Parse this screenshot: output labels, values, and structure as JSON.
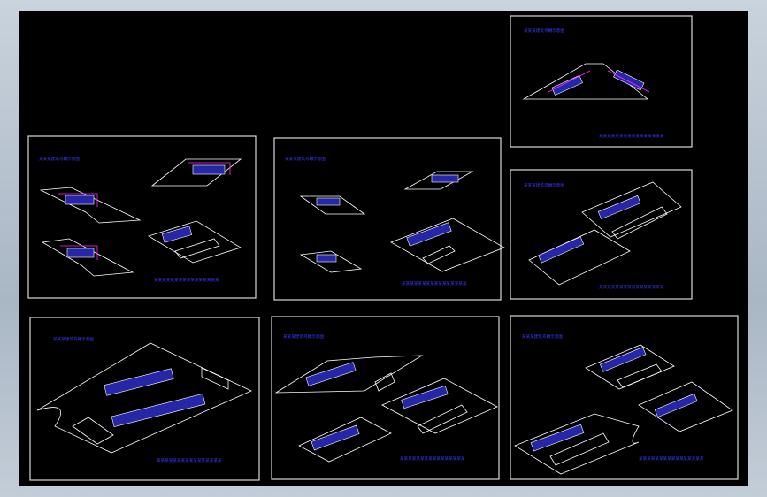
{
  "colors": {
    "background": "#000000",
    "frame": "#d9d9d9",
    "linework": "#ffffff",
    "dimension": "#ff2bff",
    "annotation": "#3b3bff"
  },
  "panels": [
    {
      "id": "p1",
      "title": "某某某建筑鸟瞰示意图",
      "note": "某某某某某某某某某某某某某某某某"
    },
    {
      "id": "p2",
      "title": "某某某建筑鸟瞰示意图",
      "note": "某某某某某某某某某某某某某某某某"
    },
    {
      "id": "p3",
      "title": "某某某建筑鸟瞰示意图",
      "note": "某某某某某某某某某某某某某某某某"
    },
    {
      "id": "p4",
      "title": "某某某建筑鸟瞰示意图",
      "note": "某某某某某某某某某某某某某某某某"
    },
    {
      "id": "p5",
      "title": "某某某建筑鸟瞰示意图",
      "note": "某某某某某某某某某某某某某某某某"
    },
    {
      "id": "p6",
      "title": "某某某建筑鸟瞰示意图",
      "note": "某某某某某某某某某某某某某某某某"
    },
    {
      "id": "p7",
      "title": "某某某建筑鸟瞰示意图",
      "note": "某某某某某某某某某某某某某某某某"
    }
  ]
}
